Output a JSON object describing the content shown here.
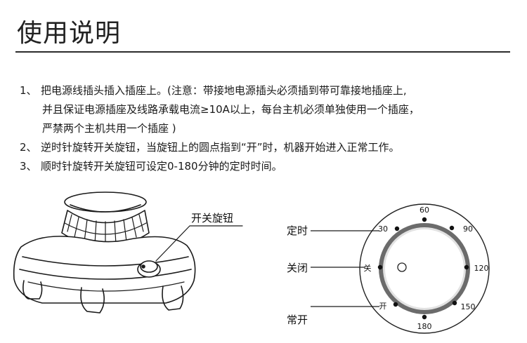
{
  "title": "使用说明",
  "instructions": {
    "i1": {
      "num": "1、",
      "lines": [
        "把电源线插头插入插座上。(注意：带接地电源插头必须插到带可靠接地插座上,",
        "并且保证电源插座及线路承载电流≥10A以上，每台主机必须单独使用一个插座，",
        "严禁两个主机共用一个插座 )"
      ]
    },
    "i2": {
      "num": "2、",
      "text": "逆时针旋转开关旋钮，当旋钮上的圆点指到“开”时，机器开始进入正常工作。"
    },
    "i3": {
      "num": "3、",
      "text": "顺时针旋转开关旋钮可设定0-180分钟的定时时间。"
    }
  },
  "machine": {
    "knob_label": "开关旋钮"
  },
  "dial": {
    "labels": {
      "timer": "定时",
      "off": "关闭",
      "normal": "常开"
    },
    "marks": [
      "60",
      "90",
      "120",
      "150",
      "180",
      "开",
      "关",
      "30"
    ]
  }
}
